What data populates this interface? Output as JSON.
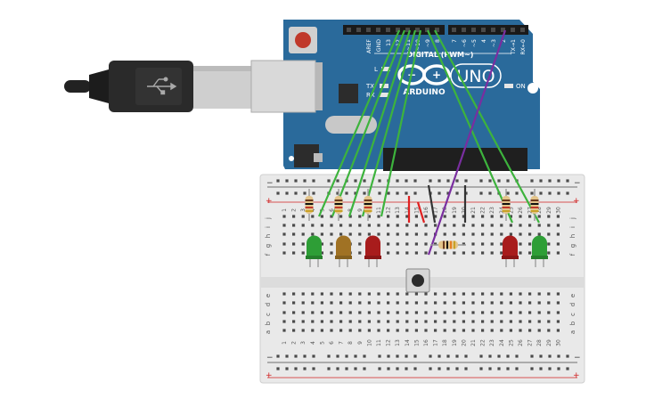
{
  "board": {
    "brand": "ARDUINO",
    "model": "UNO",
    "digital_label": "DIGITAL (PWM~)",
    "pin_labels": [
      "AREF",
      "GND",
      "13",
      "12",
      "~11",
      "~10",
      "~9",
      "8",
      "7",
      "~6",
      "~5",
      "4",
      "~3",
      "2",
      "TX→1",
      "RX←0"
    ],
    "led_l": "L",
    "led_tx": "TX",
    "led_rx": "RX",
    "led_on": "ON"
  },
  "breadboard": {
    "columns": [
      "1",
      "2",
      "3",
      "4",
      "5",
      "6",
      "7",
      "8",
      "9",
      "10",
      "11",
      "12",
      "13",
      "14",
      "15",
      "16",
      "17",
      "18",
      "19",
      "20",
      "21",
      "22",
      "23",
      "24",
      "25",
      "26",
      "27",
      "28",
      "29",
      "30"
    ],
    "rows_top": [
      "j",
      "i",
      "h",
      "g",
      "f"
    ],
    "rows_bottom": [
      "e",
      "d",
      "c",
      "b",
      "a"
    ],
    "rail_minus": "−",
    "rail_plus": "+"
  },
  "colors": {
    "board": "#2a6a9b",
    "board_dark": "#1d5580",
    "breadboard": "#e9e9e9",
    "wire_green": "#3db33d",
    "wire_purple": "#7a2ea0",
    "wire_red": "#e02020",
    "wire_black": "#333333",
    "led_green": "#2e9e36",
    "led_yellow": "#a07224",
    "led_red": "#a81c1c",
    "reset_button": "#c0392b"
  },
  "components": {
    "leds": [
      "led-green",
      "led-yellow",
      "led-red",
      "led-red",
      "led-green"
    ],
    "resistors": 6,
    "pushbutton": 1,
    "usb_cable": "usb-b"
  }
}
